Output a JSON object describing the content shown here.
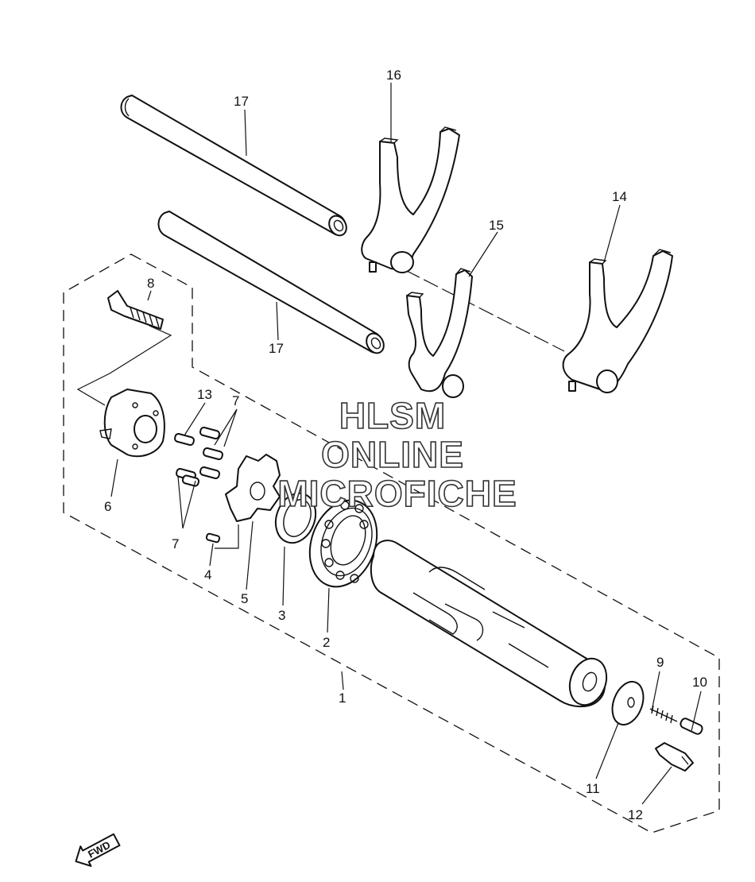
{
  "watermark": {
    "line1": "HLSM",
    "line2": "ONLINE",
    "line3": "MICROFICHE"
  },
  "direction_indicator": "FWD",
  "callouts": {
    "c1": "1",
    "c2": "2",
    "c3": "3",
    "c4": "4",
    "c5": "5",
    "c6": "6",
    "c7a": "7",
    "c7b": "7",
    "c8": "8",
    "c9": "9",
    "c10": "10",
    "c11": "11",
    "c12": "12",
    "c13": "13",
    "c14": "14",
    "c15": "15",
    "c16": "16",
    "c17a": "17",
    "c17b": "17"
  }
}
